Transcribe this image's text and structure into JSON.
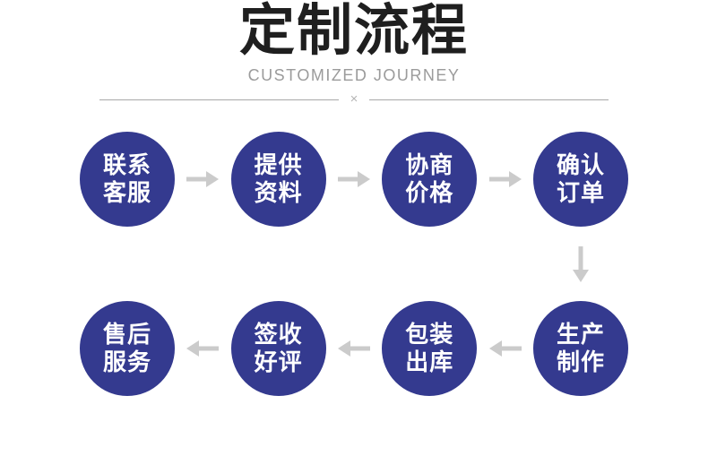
{
  "header": {
    "title": "定制流程",
    "subtitle": "CUSTOMIZED JOURNEY",
    "divider_symbol": "×"
  },
  "colors": {
    "circle_blue": "#343a8f",
    "arrow_gray": "#cbcbcb",
    "title_color": "#1f1f1f",
    "subtitle_gray": "#9b9b9b",
    "divider_line": "#a8a8a8",
    "background": "#ffffff"
  },
  "flow": {
    "top_row": {
      "direction": "right",
      "steps": [
        {
          "line1": "联系",
          "line2": "客服"
        },
        {
          "line1": "提供",
          "line2": "资料"
        },
        {
          "line1": "协商",
          "line2": "价格"
        },
        {
          "line1": "确认",
          "line2": "订单"
        }
      ]
    },
    "bottom_row": {
      "direction": "left",
      "steps": [
        {
          "line1": "售后",
          "line2": "服务"
        },
        {
          "line1": "签收",
          "line2": "好评"
        },
        {
          "line1": "包装",
          "line2": "出库"
        },
        {
          "line1": "生产",
          "line2": "制作"
        }
      ]
    }
  }
}
